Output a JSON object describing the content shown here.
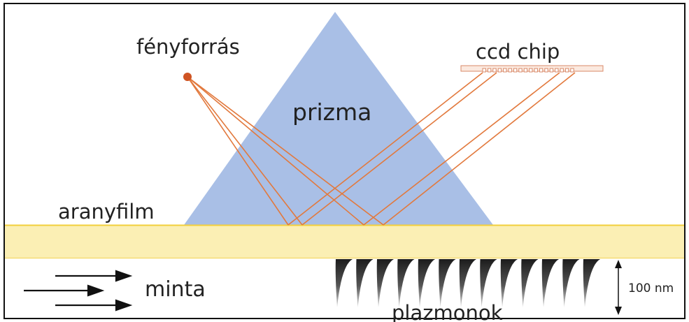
{
  "labels": {
    "light_source": "fényforrás",
    "ccd": "ccd chip",
    "prism": "prizma",
    "gold_film": "aranyfilm",
    "sample": "minta",
    "plasmons": "plazmonok",
    "scale": "100 nm"
  },
  "colors": {
    "prism": "#a9bfe6",
    "gold_film": "#fbefb4",
    "gold_film_edge": "#f2cf3c",
    "rays": "#e2793d",
    "light_source": "#cf5423",
    "plasmons": "#222222",
    "frame": "#111111"
  }
}
